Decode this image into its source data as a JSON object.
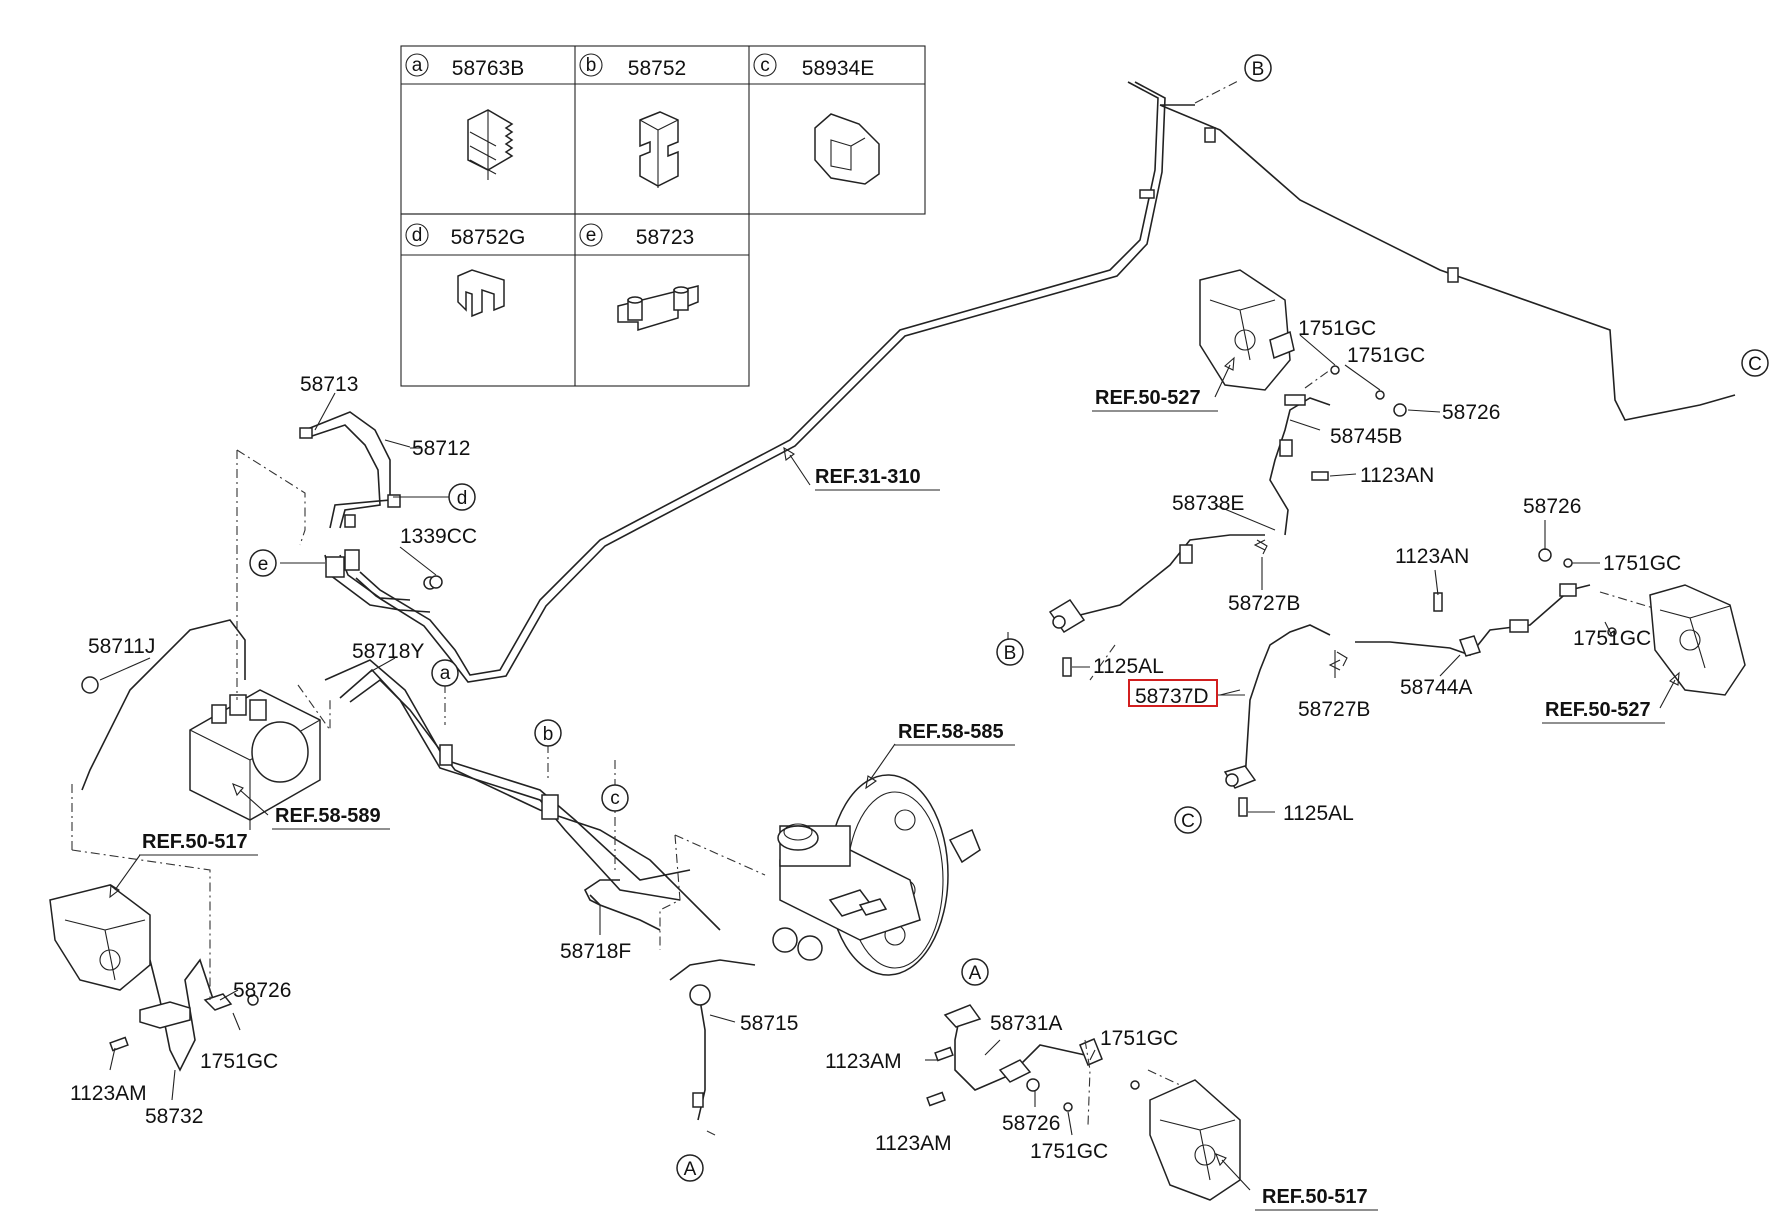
{
  "table": [
    {
      "letter": "a",
      "part": "58763B"
    },
    {
      "letter": "b",
      "part": "58752"
    },
    {
      "letter": "c",
      "part": "58934E"
    },
    {
      "letter": "d",
      "part": "58752G"
    },
    {
      "letter": "e",
      "part": "58723"
    }
  ],
  "refs": {
    "r1": "REF.31-310",
    "r2": "REF.50-527",
    "r3": "REF.50-527",
    "r4": "REF.58-585",
    "r5": "REF.58-589",
    "r6": "REF.50-517",
    "r7": "REF.50-517"
  },
  "parts": {
    "p58713": "58713",
    "p58712": "58712",
    "p1339CC": "1339CC",
    "p58711J": "58711J",
    "p58718Y": "58718Y",
    "p58718F": "58718F",
    "p58715": "58715",
    "p58726_l": "58726",
    "p1751GC_l": "1751GC",
    "p1123AM_l": "1123AM",
    "p58732": "58732",
    "p58731A": "58731A",
    "p1123AM_m1": "1123AM",
    "p1123AM_m2": "1123AM",
    "p58726_m": "58726",
    "p1751GC_m1": "1751GC",
    "p1751GC_m2": "1751GC",
    "p1751GC_r1": "1751GC",
    "p1751GC_r2": "1751GC",
    "p58726_r1": "58726",
    "p58745B": "58745B",
    "p1123AN_r1": "1123AN",
    "p58738E": "58738E",
    "p58727B_1": "58727B",
    "p1125AL_1": "1125AL",
    "p58737D": "58737D",
    "p58727B_2": "58727B",
    "p1123AN_r2": "1123AN",
    "p58744A": "58744A",
    "p58726_r2": "58726",
    "p1751GC_r3": "1751GC",
    "p1751GC_r4": "1751GC",
    "p1125AL_2": "1125AL"
  },
  "callouts": {
    "a": "a",
    "b": "b",
    "c": "c",
    "d": "d",
    "e": "e",
    "A1": "A",
    "A2": "A",
    "B1": "B",
    "B2": "B",
    "C1": "C",
    "C2": "C"
  },
  "colors": {
    "highlight": "#d21f1f",
    "line": "#222222"
  }
}
